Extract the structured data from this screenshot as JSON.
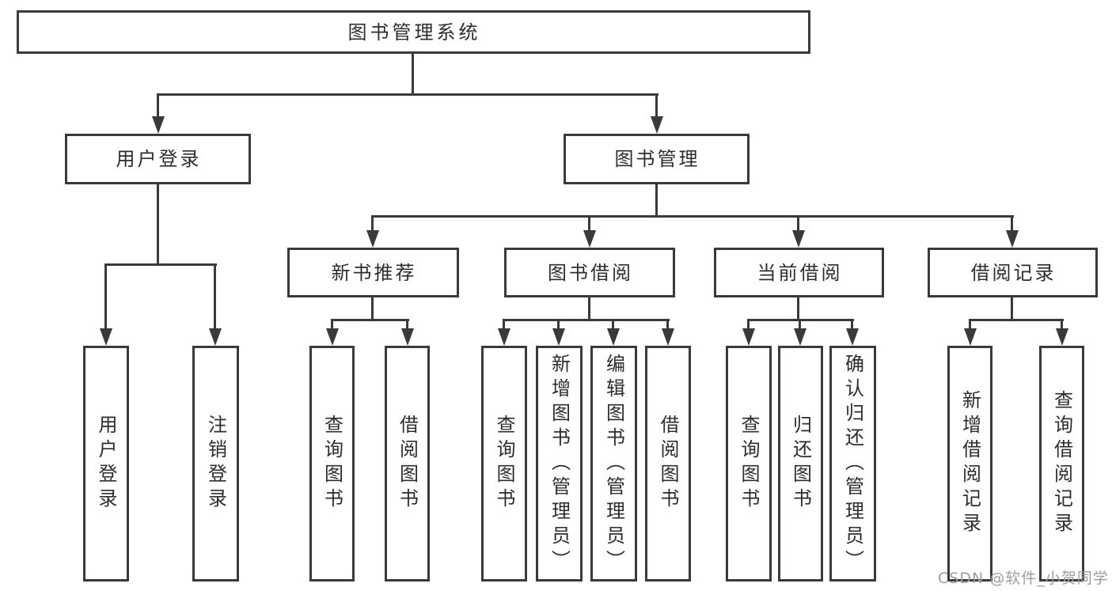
{
  "tree": {
    "root": {
      "label": "图书管理系统"
    },
    "branches": [
      {
        "label": "用户登录",
        "children": [
          {
            "label": "用户登录"
          },
          {
            "label": "注销登录"
          }
        ]
      },
      {
        "label": "图书管理",
        "children": [
          {
            "label": "新书推荐",
            "children": [
              {
                "label": "查询图书"
              },
              {
                "label": "借阅图书"
              }
            ]
          },
          {
            "label": "图书借阅",
            "children": [
              {
                "label": "查询图书"
              },
              {
                "label": "新增图书（管理员）"
              },
              {
                "label": "编辑图书（管理员）"
              },
              {
                "label": "借阅图书"
              }
            ]
          },
          {
            "label": "当前借阅",
            "children": [
              {
                "label": "查询图书"
              },
              {
                "label": "归还图书"
              },
              {
                "label": "确认归还（管理员）"
              }
            ]
          },
          {
            "label": "借阅记录",
            "children": [
              {
                "label": "新增借阅记录"
              },
              {
                "label": "查询借阅记录"
              }
            ]
          }
        ]
      }
    ]
  },
  "watermark": {
    "text": "CSDN @软件_小贺同学"
  },
  "colors": {
    "line": "#3a3a3a",
    "text": "#2d2d2d",
    "background": "#ffffff",
    "watermark": "#9d9d9d"
  }
}
